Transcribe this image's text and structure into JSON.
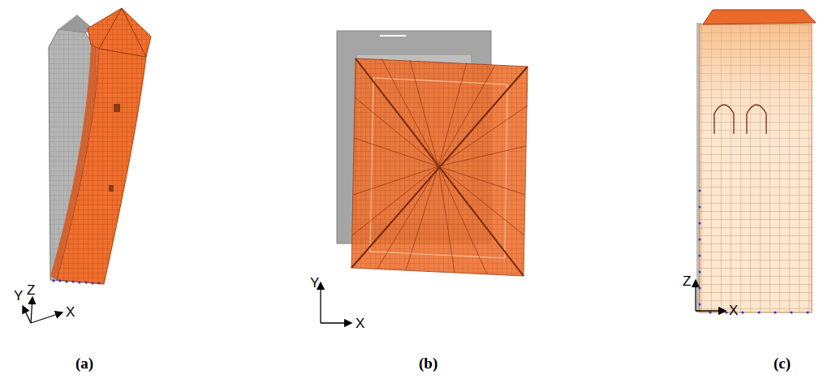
{
  "diagram": {
    "labels": [
      "Y",
      "Z",
      "X",
      "Y",
      "X",
      "Z",
      "X",
      "(a)",
      "(b)",
      "(c)"
    ]
  }
}
